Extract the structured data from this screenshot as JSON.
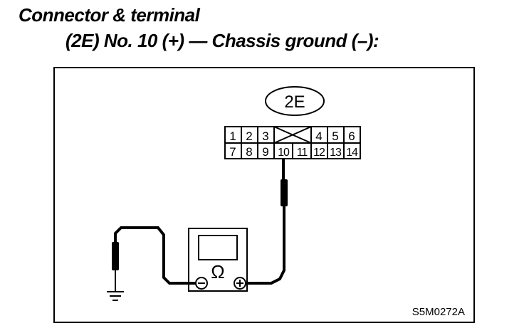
{
  "heading": {
    "line1": "Connector & terminal",
    "line2": "(2E) No. 10 (+) — Chassis ground (–):"
  },
  "connector": {
    "label": "2E",
    "top_row": [
      "1",
      "2",
      "3",
      "",
      "4",
      "5",
      "6"
    ],
    "bottom_row": [
      "7",
      "8",
      "9",
      "10",
      "11",
      "12",
      "13",
      "14"
    ]
  },
  "meter": {
    "symbol": "Ω",
    "minus_terminal": "minus-terminal-icon",
    "plus_terminal": "plus-terminal-icon"
  },
  "figure_code": "S5M0272A"
}
